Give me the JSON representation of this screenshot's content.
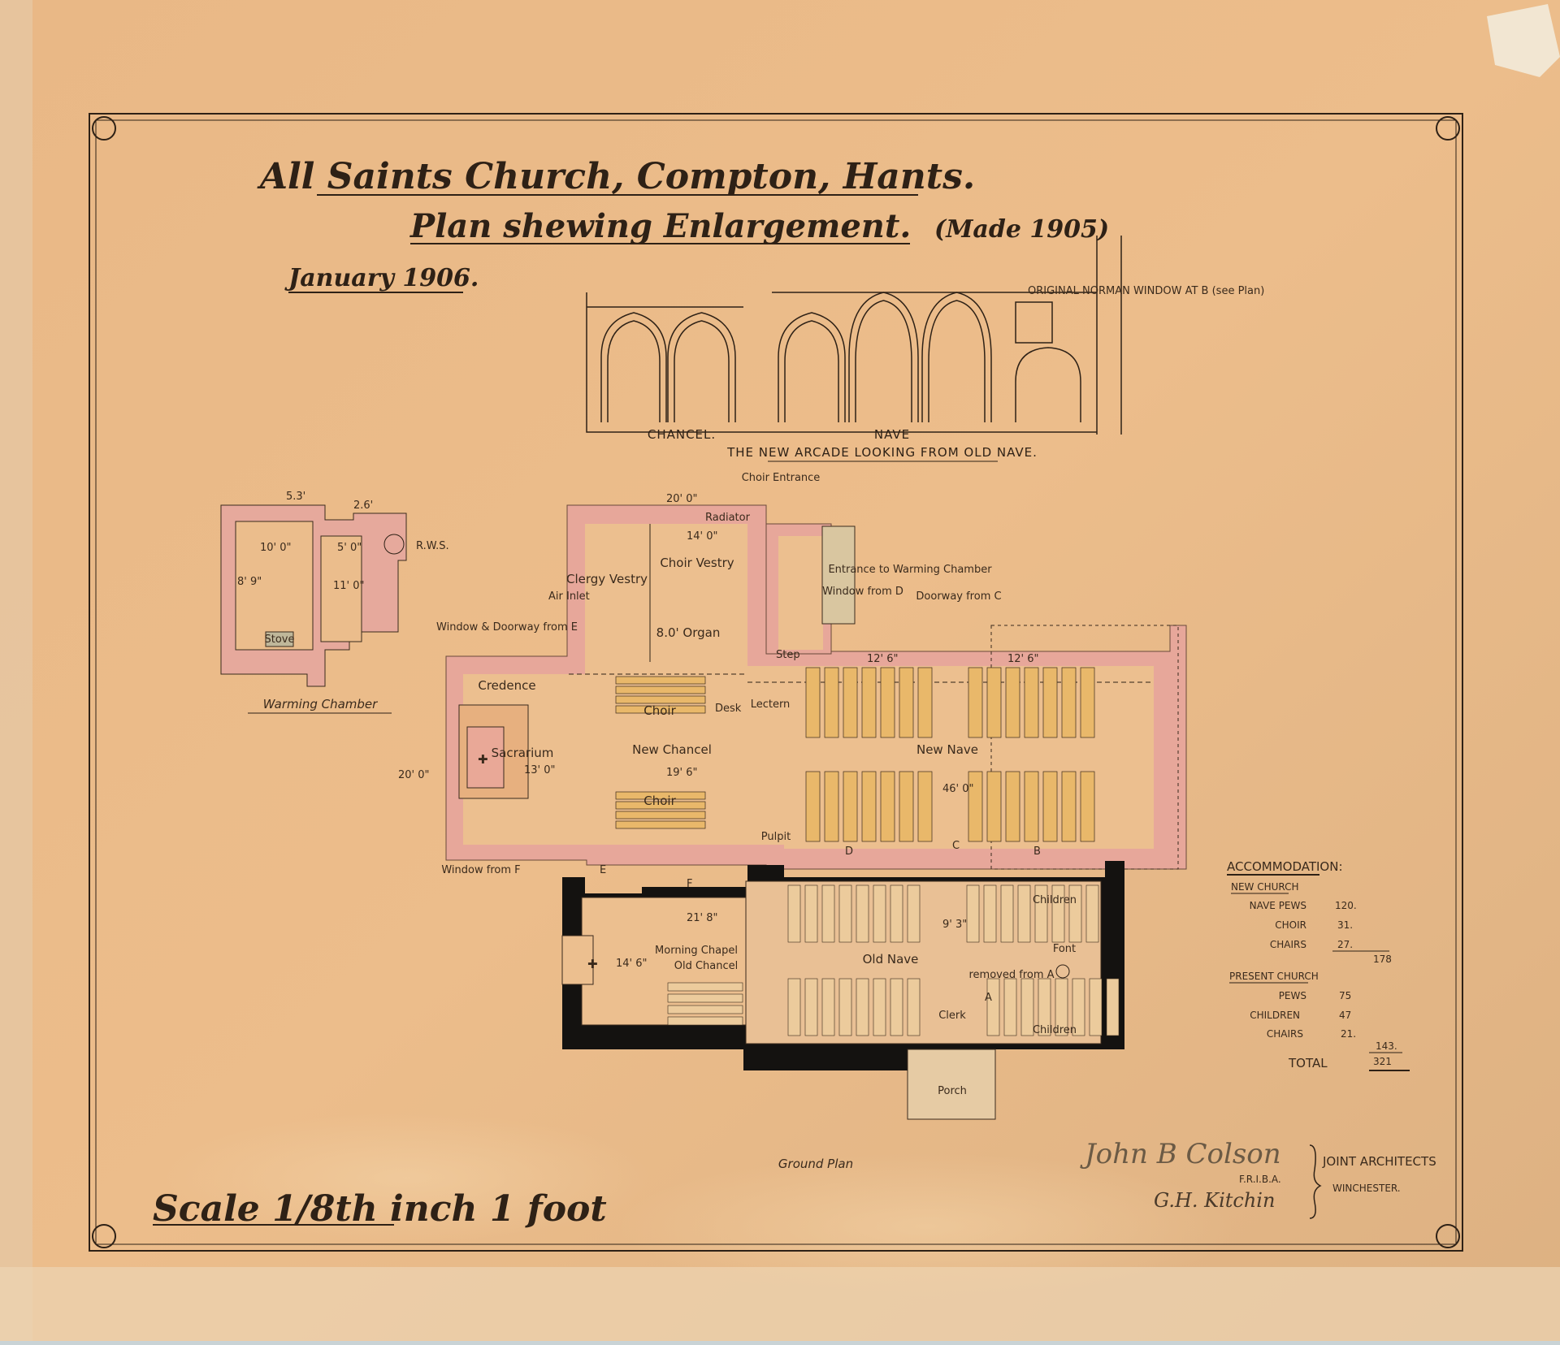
{
  "title": {
    "line1": "All Saints Church, Compton, Hants.",
    "line2": "Plan shewing Enlargement.",
    "made": "(Made 1905)",
    "date": "January 1906."
  },
  "elevation": {
    "chancel_label": "CHANCEL.",
    "nave_label": "NAVE",
    "caption": "THE NEW ARCADE LOOKING FROM OLD NAVE.",
    "note": "ORIGINAL NORMAN WINDOW AT B (see Plan)"
  },
  "warming_chamber": {
    "label": "Warming Chamber",
    "stove": "Stove",
    "dims": [
      "10' 0\"",
      "5' 0\"",
      "11' 0\"",
      "8' 9\"",
      "5.3'",
      "2.6'",
      "R.W.S."
    ]
  },
  "plan": {
    "ground_plan": "Ground Plan",
    "rooms": {
      "clergy_vestry": "Clergy Vestry",
      "choir_vestry": "Choir Vestry",
      "organ": "8.0' Organ",
      "choir_1": "Choir",
      "choir_2": "Choir",
      "credence": "Credence",
      "sacrarium": "Sacrarium",
      "new_chancel": "New Chancel",
      "new_nave": "New Nave",
      "old_nave": "Old Nave",
      "morning_chapel": "Morning Chapel",
      "old_chancel": "Old Chancel",
      "porch": "Porch",
      "font": "Font",
      "children_1": "Children",
      "children_2": "Children",
      "clerk": "Clerk",
      "lectern": "Lectern",
      "pulpit": "Pulpit",
      "removed_from": "removed from A"
    },
    "notes": {
      "choir_entrance": "Choir Entrance",
      "entrance_warming": "Entrance to Warming Chamber",
      "window_doorway_e": "Window & Doorway from E",
      "window_d": "Window from D",
      "doorway_c": "Doorway from C",
      "window_f": "Window from F",
      "air_inlet": "Air Inlet",
      "radiator": "Radiator",
      "step": "Step",
      "desk": "Desk"
    },
    "dims": {
      "chancel_width": "20' 0\"",
      "vestry": "14' 0\"",
      "chancel_len": "19' 6\"",
      "sacrarium": "13' 0\"",
      "nave_len": "46' 0\"",
      "nave_bay_1": "12' 6\"",
      "nave_bay_2": "12' 6\"",
      "side": "20' 0\"",
      "chapel": "21' 8\"",
      "chapel_w": "14' 6\"",
      "old_nave_w": "9' 3\""
    },
    "markers": [
      "A",
      "B",
      "C",
      "D",
      "E",
      "F"
    ]
  },
  "accommodation": {
    "heading": "ACCOMMODATION:",
    "new_church": {
      "heading": "NEW CHURCH",
      "rows": [
        {
          "label": "NAVE PEWS",
          "value": "120."
        },
        {
          "label": "CHOIR",
          "value": "31."
        },
        {
          "label": "CHAIRS",
          "value": "27."
        }
      ],
      "subtotal": "178"
    },
    "present_church": {
      "heading": "PRESENT CHURCH",
      "rows": [
        {
          "label": "PEWS",
          "value": "75"
        },
        {
          "label": "CHILDREN",
          "value": "47"
        },
        {
          "label": "CHAIRS",
          "value": "21."
        }
      ],
      "subtotal": "143."
    },
    "total_label": "TOTAL",
    "total": "321"
  },
  "signatures": {
    "sig1": "John B Colson",
    "sig1_suffix": "F.R.I.B.A.",
    "sig2": "G.H. Kitchin",
    "firm": "JOINT ARCHITECTS",
    "place": "WINCHESTER."
  },
  "scale": "Scale 1/8th inch 1 foot",
  "colors": {
    "paper": "#e8b784",
    "ink": "#2e2116",
    "new_wall": "#e7a79a",
    "old_wall": "#141210",
    "pew": "#e9b86a"
  }
}
